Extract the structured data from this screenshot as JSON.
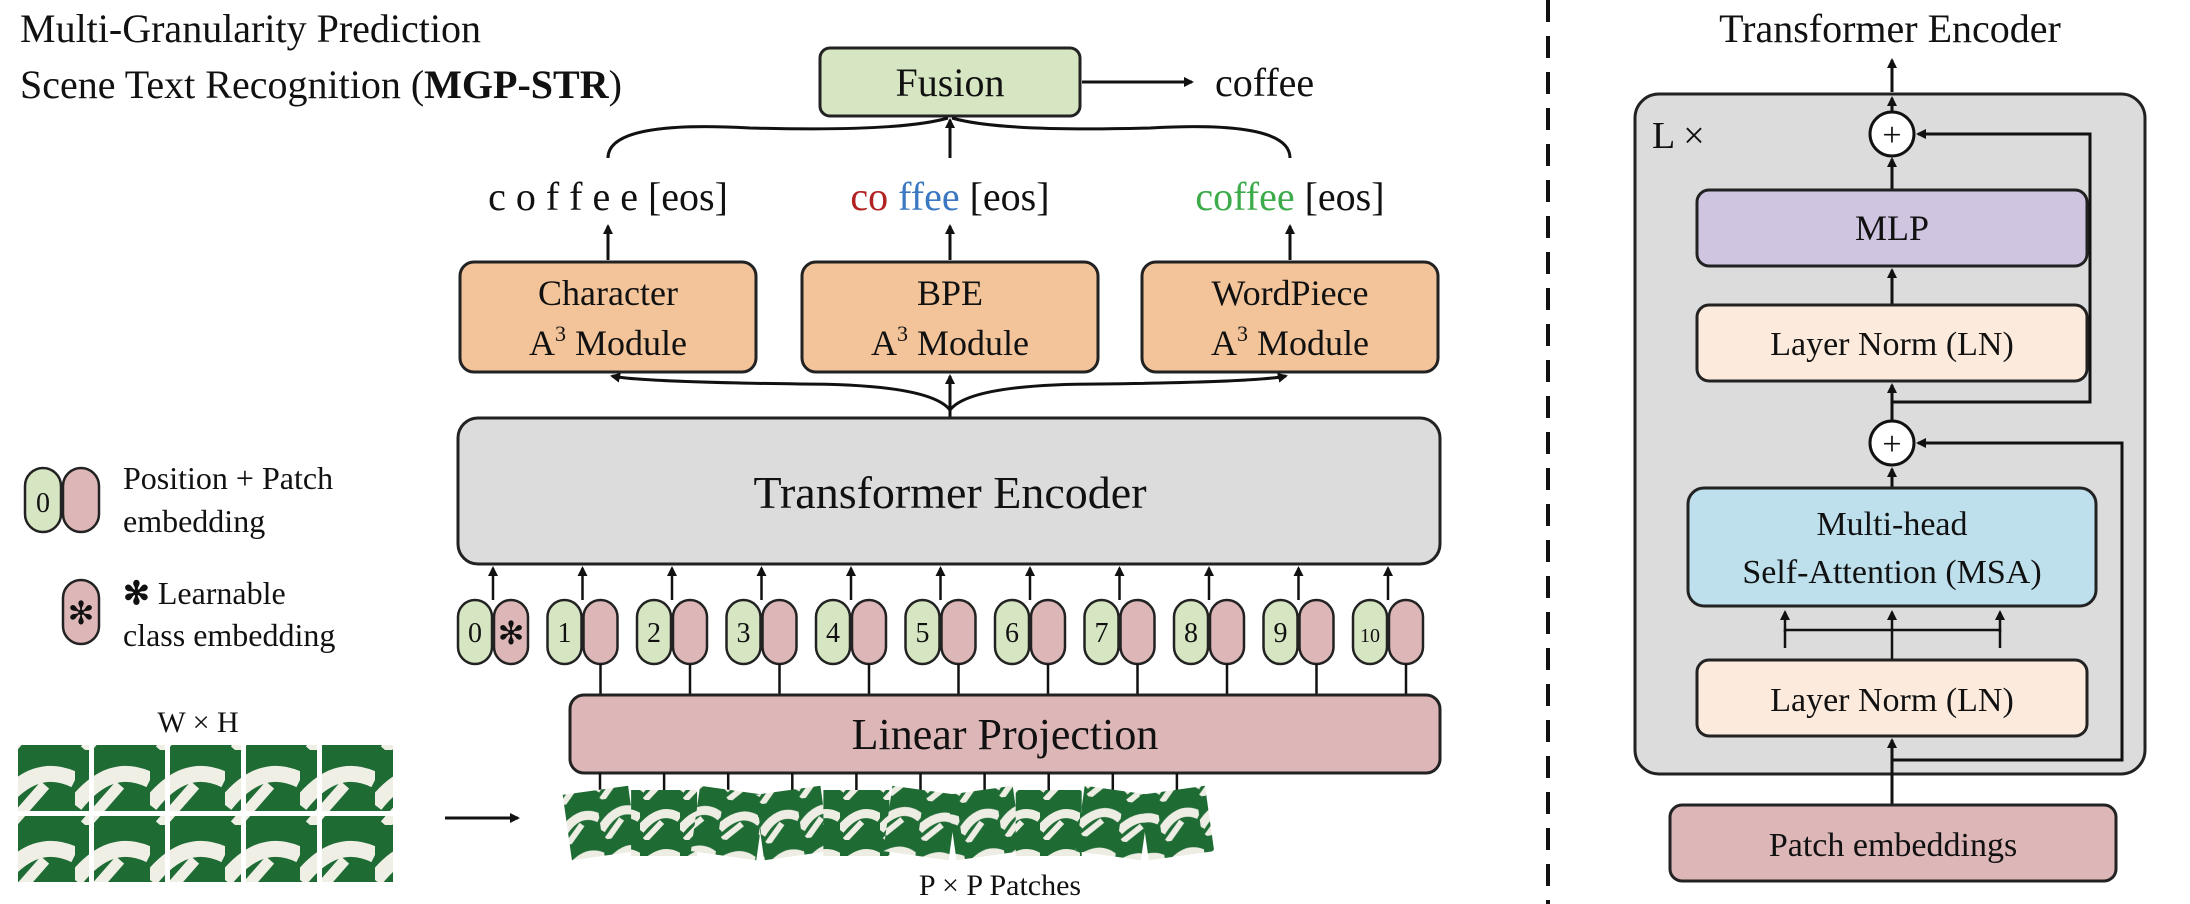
{
  "title": {
    "line1": "Multi-Granularity Prediction",
    "line2_prefix": "Scene Text Recognition (",
    "line2_bold": "MGP-STR",
    "line2_suffix": ")"
  },
  "fusion": {
    "label": "Fusion",
    "output": "coffee"
  },
  "predictions": {
    "char": {
      "text": "c o f f e e",
      "eos": "[eos]"
    },
    "bpe": {
      "part1": "co",
      "part2": "ffee",
      "eos": "[eos]",
      "color1": "#B22222",
      "color2": "#3A78C2"
    },
    "wp": {
      "text": "coffee",
      "eos": "[eos]",
      "color": "#3CAB4A"
    }
  },
  "modules": [
    {
      "name": "Character",
      "module": "Module"
    },
    {
      "name": "BPE",
      "module": "Module"
    },
    {
      "name": "WordPiece",
      "module": "Module"
    }
  ],
  "module_prefix": "A",
  "module_sup": "3",
  "encoder_label": "Transformer  Encoder",
  "tokens": [
    "0",
    "1",
    "2",
    "3",
    "4",
    "5",
    "6",
    "7",
    "8",
    "9",
    "10"
  ],
  "class_symbol": "✻",
  "legend": {
    "pos_token": "0",
    "pos_line1": "Position + Patch",
    "pos_line2": "embedding",
    "cls_symbol": "✻",
    "cls_line1": "Learnable",
    "cls_line2": "class embedding"
  },
  "linear_projection": "Linear Projection",
  "wh_label": "W × H",
  "patches_label": "P × P Patches",
  "detail": {
    "title": "Transformer  Encoder",
    "repeat": "L ×",
    "mlp": "MLP",
    "ln_top": "Layer Norm (LN)",
    "msa_line1": "Multi-head",
    "msa_line2": "Self-Attention (MSA)",
    "ln_bottom": "Layer Norm (LN)",
    "patch_embeddings": "Patch embeddings",
    "plus": "+"
  },
  "colors": {
    "module": "#F3C499",
    "fusion": "#D6E6C2",
    "encoder": "#DCDCDC",
    "projection": "#DDB6B7",
    "layer_norm": "#FCEBDD",
    "mlp": "#CFC5E1",
    "msa": "#BDE0EC",
    "image_green": "#1E6B34"
  }
}
